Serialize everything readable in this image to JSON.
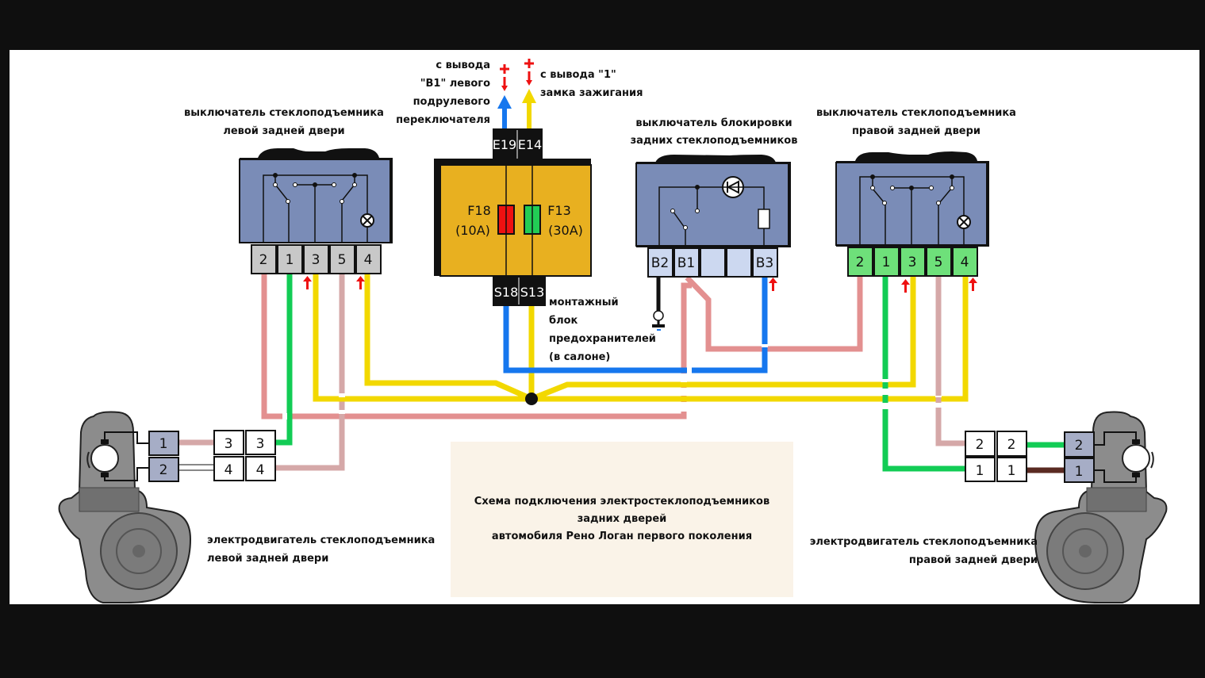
{
  "colors": {
    "switch_body": "#7a8cb7",
    "fuse_block": "#e8b020",
    "fuse_f18": "#ee1111",
    "fuse_f13": "#22cc55",
    "pin_grey": "#c8c8c8",
    "pin_green": "#6ee07a",
    "pin_lightblue": "#ccd8f0",
    "motor_pin": "#a6adc6",
    "wire_pink": "#e39090",
    "wire_lightpink": "#d5a8a8",
    "wire_green": "#12cc55",
    "wire_yellow": "#f2d800",
    "wire_blue": "#1677ee",
    "wire_brown": "#5a2a22",
    "arrow_red": "#ee1111",
    "caption_bg": "#faf3e8"
  },
  "top_inputs": {
    "left": {
      "lines": [
        "с вывода",
        "\"B1\" левого",
        "подрулевого",
        "переключателя"
      ],
      "sign": "+"
    },
    "right": {
      "lines": [
        "с вывода \"1\"",
        "замка зажигания"
      ],
      "sign": "+"
    }
  },
  "left_switch": {
    "title": [
      "выключатель стеклоподъемника",
      "левой задней двери"
    ],
    "pins": [
      "2",
      "1",
      "3",
      "5",
      "4"
    ]
  },
  "right_switch": {
    "title": [
      "выключатель стеклоподъемника",
      "правой задней двери"
    ],
    "pins": [
      "2",
      "1",
      "3",
      "5",
      "4"
    ]
  },
  "lock_switch": {
    "title": [
      "выключатель блокировки",
      "задних стеклоподъемников"
    ],
    "pins": [
      "B2",
      "B1",
      "",
      "",
      "B3"
    ]
  },
  "fuse_block": {
    "top_terminals": [
      "E19",
      "E14"
    ],
    "bottom_terminals": [
      "S18",
      "S13"
    ],
    "fuses": [
      {
        "name": "F18",
        "rating": "(10A)"
      },
      {
        "name": "F13",
        "rating": "(30A)"
      }
    ],
    "label": [
      "монтажный",
      "блок",
      "предохранителей",
      "(в салоне)"
    ]
  },
  "left_motor": {
    "title": [
      "электродвигатель стеклоподъемника",
      "левой задней двери"
    ],
    "motor_pins": [
      "1",
      "2"
    ],
    "connector_a": [
      "3",
      "4"
    ],
    "connector_b": [
      "3",
      "4"
    ]
  },
  "right_motor": {
    "title": [
      "электродвигатель стеклоподъемника",
      "правой задней двери"
    ],
    "motor_pins": [
      "2",
      "1"
    ],
    "connector_a": [
      "2",
      "1"
    ],
    "connector_b": [
      "2",
      "1"
    ]
  },
  "caption": {
    "lines": [
      "Схема подключения электростеклоподъемников",
      "задних дверей",
      "автомобиля Рено Логан первого поколения"
    ]
  }
}
